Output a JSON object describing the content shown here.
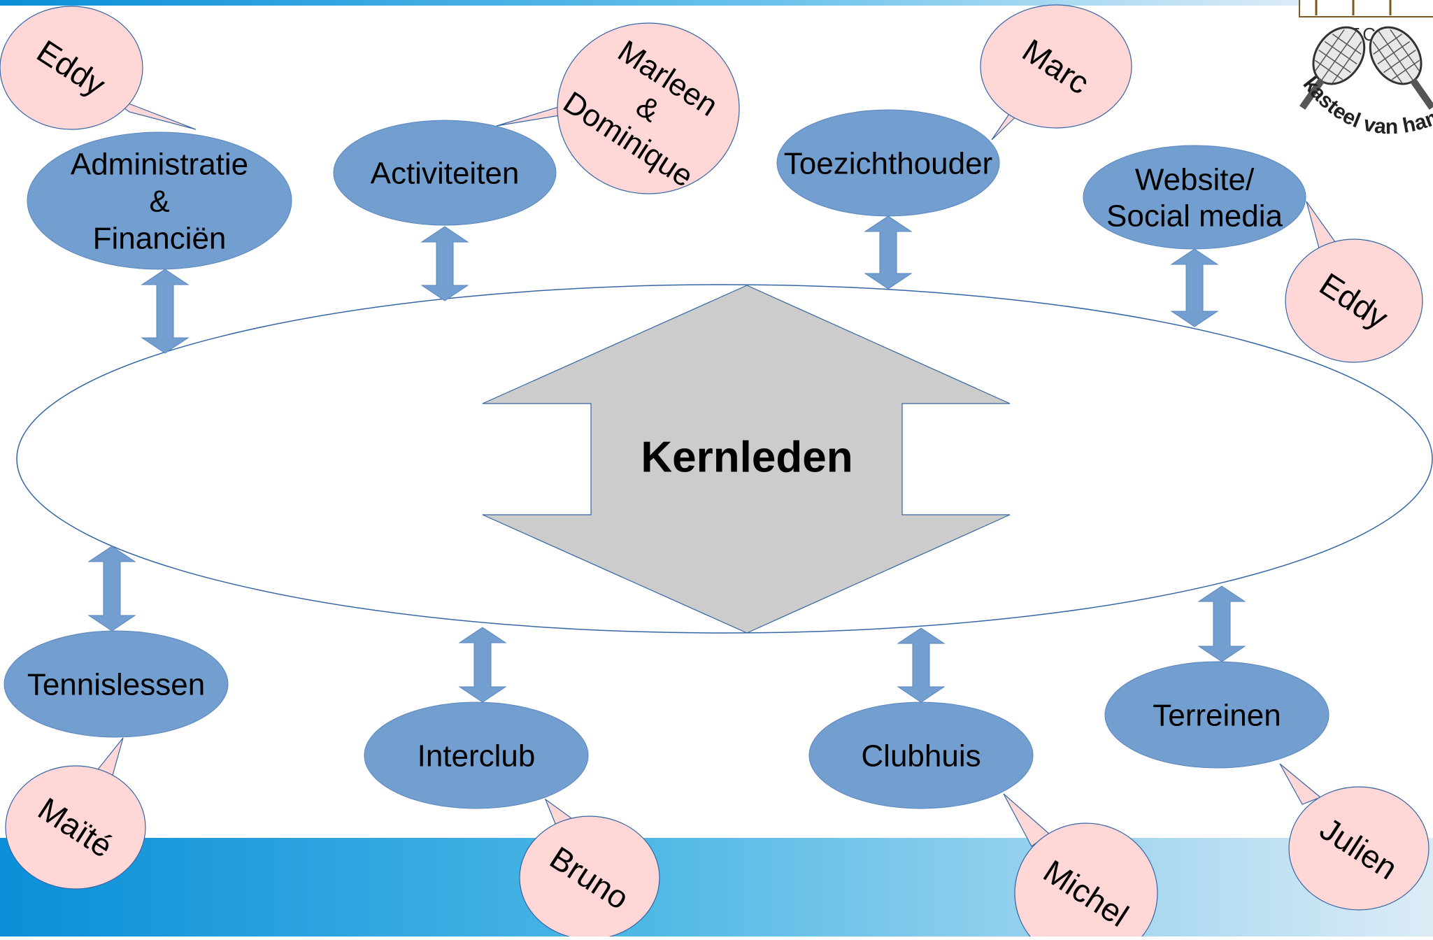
{
  "center": {
    "label": "Kernleden"
  },
  "logo": {
    "text_top": "T.C.",
    "text_arc": "kasteel van ham"
  },
  "colors": {
    "node_fill": "#729fcf",
    "bubble_fill": "#ffd7d7",
    "center_arrow_fill": "#cccccc",
    "outline": "#3465a4",
    "band_left": "#0a8fd8",
    "band_right": "#dcecf7"
  },
  "nodes": [
    {
      "id": "administratie",
      "lines": [
        "Administratie",
        "&",
        "Financiën"
      ]
    },
    {
      "id": "activiteiten",
      "lines": [
        "Activiteiten"
      ]
    },
    {
      "id": "toezichthouder",
      "lines": [
        "Toezichthouder"
      ]
    },
    {
      "id": "website",
      "lines": [
        "Website/",
        "Social media"
      ]
    },
    {
      "id": "tennislessen",
      "lines": [
        "Tennislessen"
      ]
    },
    {
      "id": "interclub",
      "lines": [
        "Interclub"
      ]
    },
    {
      "id": "clubhuis",
      "lines": [
        "Clubhuis"
      ]
    },
    {
      "id": "terreinen",
      "lines": [
        "Terreinen"
      ]
    }
  ],
  "people": [
    {
      "id": "eddy-1",
      "node": "administratie",
      "lines": [
        "Eddy"
      ]
    },
    {
      "id": "marleen-dominique",
      "node": "activiteiten",
      "lines": [
        "Marleen",
        "&",
        "Dominique"
      ]
    },
    {
      "id": "marc",
      "node": "toezichthouder",
      "lines": [
        "Marc"
      ]
    },
    {
      "id": "eddy-2",
      "node": "website",
      "lines": [
        "Eddy"
      ]
    },
    {
      "id": "maite",
      "node": "tennislessen",
      "lines": [
        "Maïté"
      ]
    },
    {
      "id": "bruno",
      "node": "interclub",
      "lines": [
        "Bruno"
      ]
    },
    {
      "id": "michel",
      "node": "clubhuis",
      "lines": [
        "Michel"
      ]
    },
    {
      "id": "julien",
      "node": "terreinen",
      "lines": [
        "Julien"
      ]
    }
  ]
}
